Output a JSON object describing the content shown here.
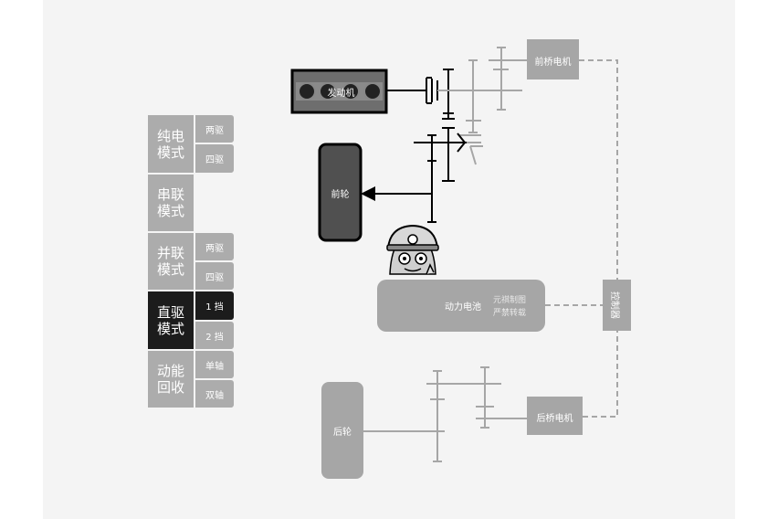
{
  "modes": [
    {
      "label": "纯电\n模式",
      "subs": [
        "两驱",
        "四驱"
      ],
      "active_sub": null,
      "active": false
    },
    {
      "label": "串联\n模式",
      "subs": [],
      "active_sub": null,
      "active": false
    },
    {
      "label": "并联\n模式",
      "subs": [
        "两驱",
        "四驱"
      ],
      "active_sub": null,
      "active": false
    },
    {
      "label": "直驱\n模式",
      "subs": [
        "1 挡",
        "2 挡"
      ],
      "active_sub": 0,
      "active": true
    },
    {
      "label": "动能\n回收",
      "subs": [
        "单轴",
        "双轴"
      ],
      "active_sub": null,
      "active": false
    }
  ],
  "diagram": {
    "engine": "发动机",
    "front_wheel": "前轮",
    "front_motor": "前桥电机",
    "battery": "动力电池",
    "battery_note_1": "元祺制图",
    "battery_note_2": "严禁转载",
    "controller": "控制器",
    "rear_motor": "后桥电机",
    "rear_wheel": "后轮"
  },
  "colors": {
    "active": "#1c1c1c",
    "inactive": "#acacac",
    "gear_gray": "#a6a6a6",
    "black_line": "#000000"
  }
}
